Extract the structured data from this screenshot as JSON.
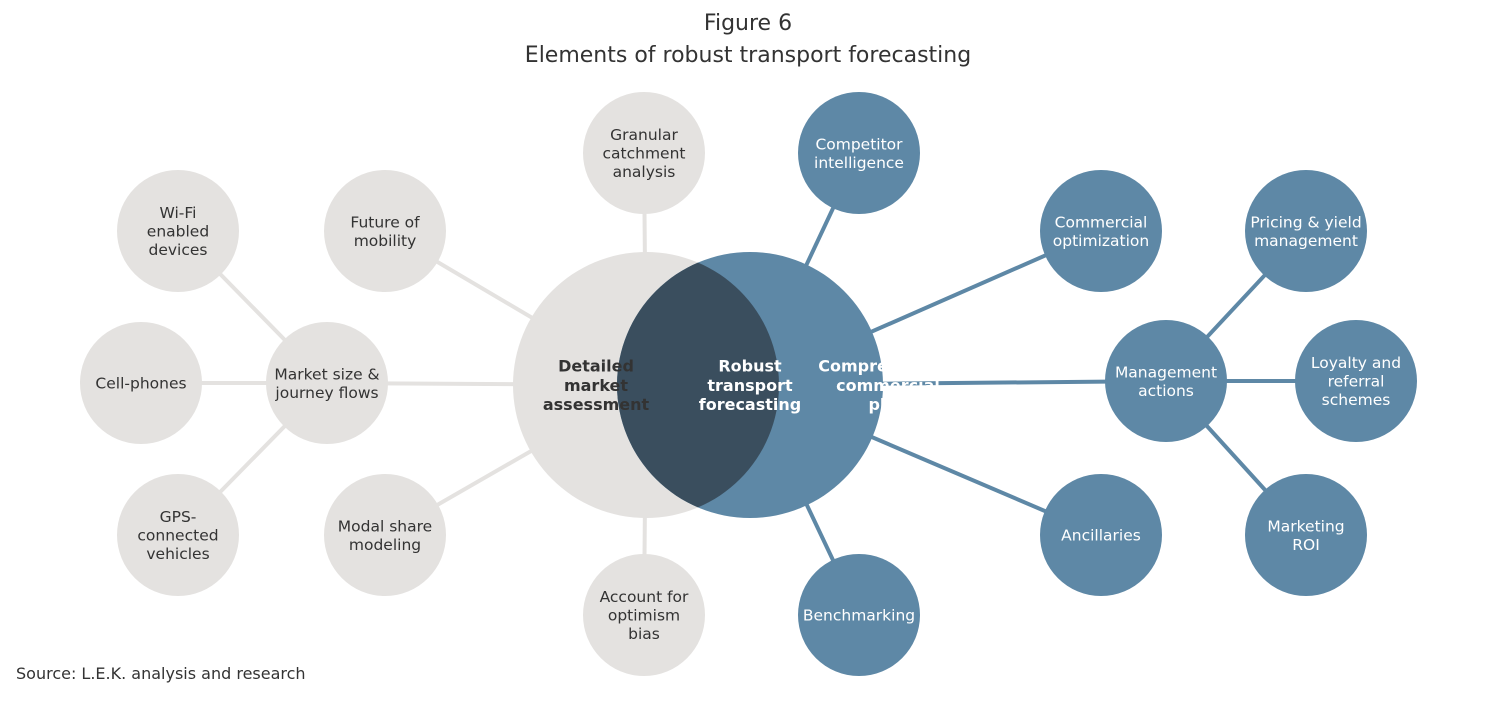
{
  "figure": {
    "label": "Figure 6",
    "title": "Elements of robust transport forecasting",
    "source": "Source: L.E.K. analysis and research"
  },
  "colors": {
    "grey_node": "#e4e2e0",
    "blue_node": "#5e88a6",
    "overlap": "#3a4e5e",
    "grey_line": "#e4e2e0",
    "blue_line": "#5e88a6",
    "grey_text": "#333333",
    "blue_text": "#ffffff"
  },
  "hubs": {
    "market": [
      "Detailed",
      "market",
      "assessment"
    ],
    "commercial": [
      "Comprehensive",
      "commercial",
      "plan"
    ],
    "overlap": [
      "Robust",
      "transport",
      "forecasting"
    ]
  },
  "nodes": {
    "wifi": [
      "Wi-Fi",
      "enabled",
      "devices"
    ],
    "cellphones": [
      "Cell-phones"
    ],
    "gps": [
      "GPS-",
      "connected",
      "vehicles"
    ],
    "market_size": [
      "Market size &",
      "journey flows"
    ],
    "future_mobility": [
      "Future of",
      "mobility"
    ],
    "modal_share": [
      "Modal share",
      "modeling"
    ],
    "granular": [
      "Granular",
      "catchment",
      "analysis"
    ],
    "optimism": [
      "Account for",
      "optimism",
      "bias"
    ],
    "competitor": [
      "Competitor",
      "intelligence"
    ],
    "benchmarking": [
      "Benchmarking"
    ],
    "commercial_opt": [
      "Commercial",
      "optimization"
    ],
    "ancillaries": [
      "Ancillaries"
    ],
    "management": [
      "Management",
      "actions"
    ],
    "pricing": [
      "Pricing & yield",
      "management"
    ],
    "loyalty": [
      "Loyalty and",
      "referral",
      "schemes"
    ],
    "marketing": [
      "Marketing",
      "ROI"
    ]
  }
}
